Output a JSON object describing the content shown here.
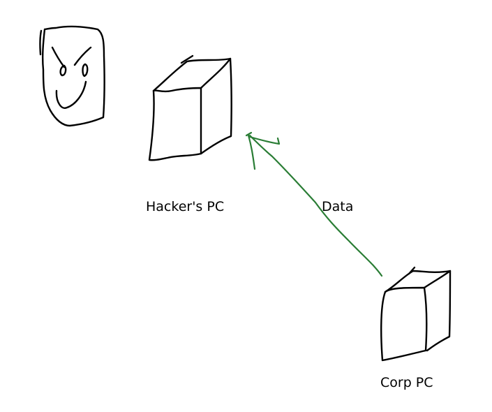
{
  "diagram": {
    "title": "",
    "nodes": [
      {
        "id": "hacker",
        "label": "Hacker's PC",
        "icon": "computer-tower-icon"
      },
      {
        "id": "corp",
        "label": "Corp PC",
        "icon": "computer-tower-icon"
      }
    ],
    "actors": [
      {
        "id": "hacker-face",
        "icon": "evil-face-icon"
      }
    ],
    "edges": [
      {
        "from": "corp",
        "to": "hacker",
        "label": "Data",
        "color": "#2a7d35"
      }
    ]
  },
  "labels": {
    "hacker_pc": "Hacker's PC",
    "corp_pc": "Corp PC",
    "data": "Data"
  },
  "colors": {
    "ink": "#000000",
    "arrow": "#2a7d35",
    "background": "#ffffff"
  }
}
